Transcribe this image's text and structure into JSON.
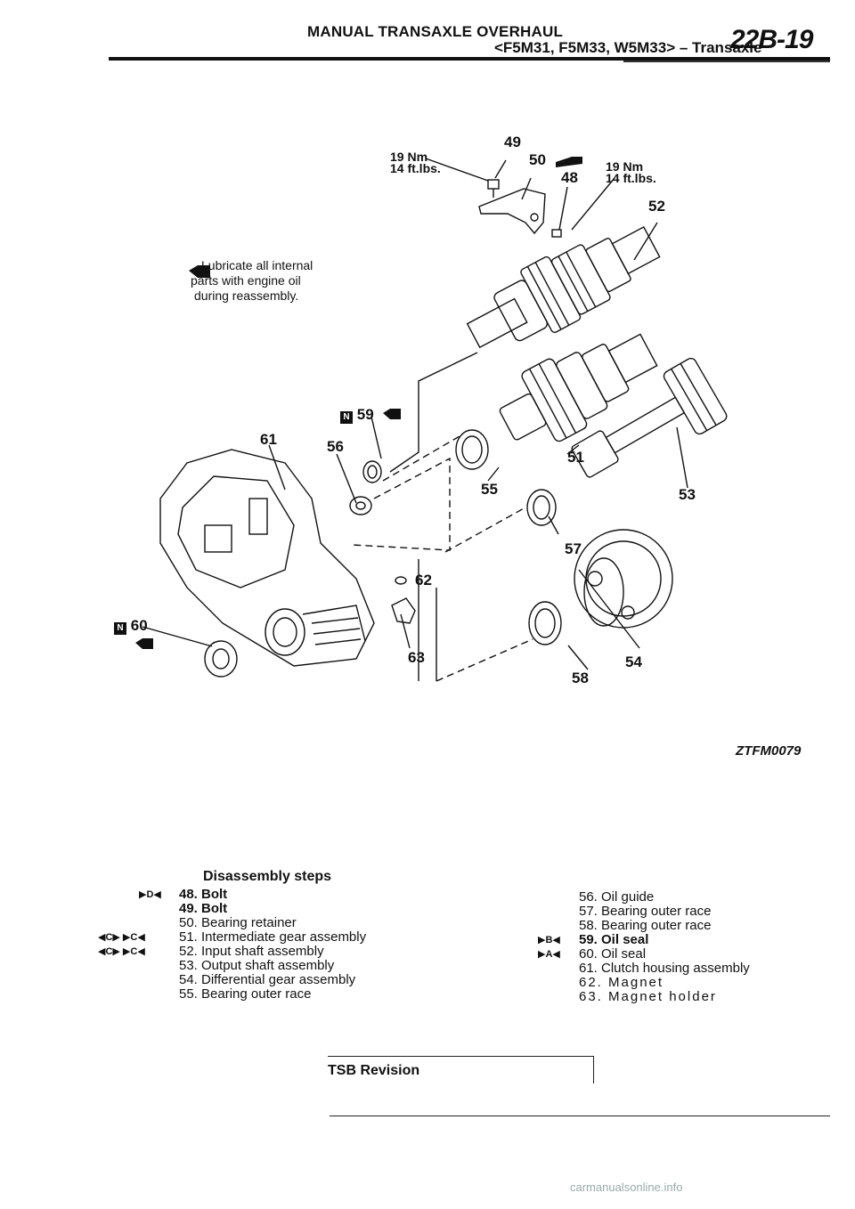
{
  "header": {
    "title": "MANUAL TRANSAXLE OVERHAUL",
    "subtitle": "<F5M31, F5M33, W5M33> – Transaxle",
    "page_number": "22B-19"
  },
  "figure": {
    "torque_left": [
      "19 Nm",
      "14 ft.lbs."
    ],
    "torque_right": [
      "19 Nm",
      "14 ft.lbs."
    ],
    "note_lines": [
      "Lubricate all internal",
      "parts with engine oil",
      "during reassembly."
    ],
    "callouts": {
      "c48": "48",
      "c49": "49",
      "c50": "50",
      "c51": "51",
      "c52": "52",
      "c53": "53",
      "c54": "54",
      "c55": "55",
      "c56": "56",
      "c57": "57",
      "c58": "58",
      "c59": "59",
      "c60": "60",
      "c61": "61",
      "c62": "62",
      "c63": "63"
    },
    "new_part_badge": "N",
    "figure_code": "ZTFM0079"
  },
  "steps": {
    "title": "Disassembly steps",
    "left": [
      {
        "mark": "▶D◀",
        "text": "48. Bolt"
      },
      {
        "mark": "",
        "text": "49. Bolt"
      },
      {
        "mark": "",
        "text": "50. Bearing retainer"
      },
      {
        "mark": "◀C▶ ▶C◀",
        "text": "51. Intermediate gear assembly"
      },
      {
        "mark": "◀C▶ ▶C◀",
        "text": "52. Input shaft assembly"
      },
      {
        "mark": "",
        "text": "53. Output shaft assembly"
      },
      {
        "mark": "",
        "text": "54. Differential gear assembly"
      },
      {
        "mark": "",
        "text": "55. Bearing outer race"
      }
    ],
    "right": [
      {
        "mark": "",
        "text": "56. Oil guide"
      },
      {
        "mark": "",
        "text": "57. Bearing outer race"
      },
      {
        "mark": "",
        "text": "58. Bearing outer race"
      },
      {
        "mark": "▶B◀",
        "text": "59. Oil seal"
      },
      {
        "mark": "▶A◀",
        "text": "60. Oil seal"
      },
      {
        "mark": "",
        "text": "61. Clutch housing assembly"
      },
      {
        "mark": "",
        "text": "62. Magnet"
      },
      {
        "mark": "",
        "text": "63. Magnet holder"
      }
    ]
  },
  "footer": {
    "tsb_label": "TSB Revision",
    "watermark": "carmanualsonline.info"
  }
}
